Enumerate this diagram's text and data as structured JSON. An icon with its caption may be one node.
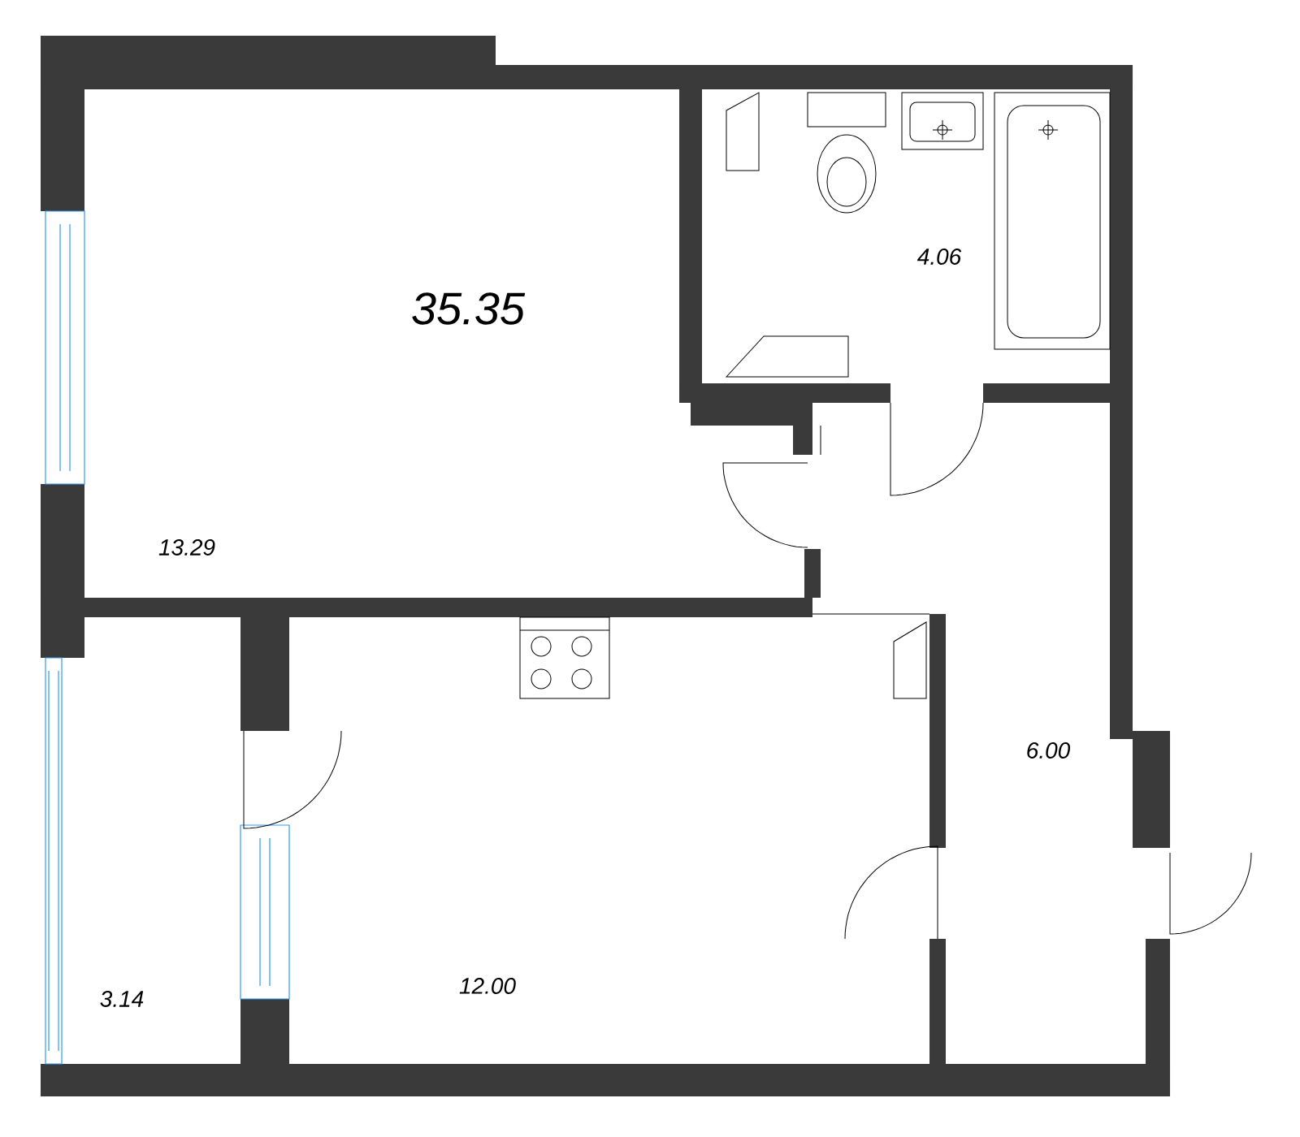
{
  "diagram": {
    "labels": [
      "35.35",
      "13.29",
      "4.06",
      "6.00",
      "12.00",
      "3.14"
    ]
  }
}
